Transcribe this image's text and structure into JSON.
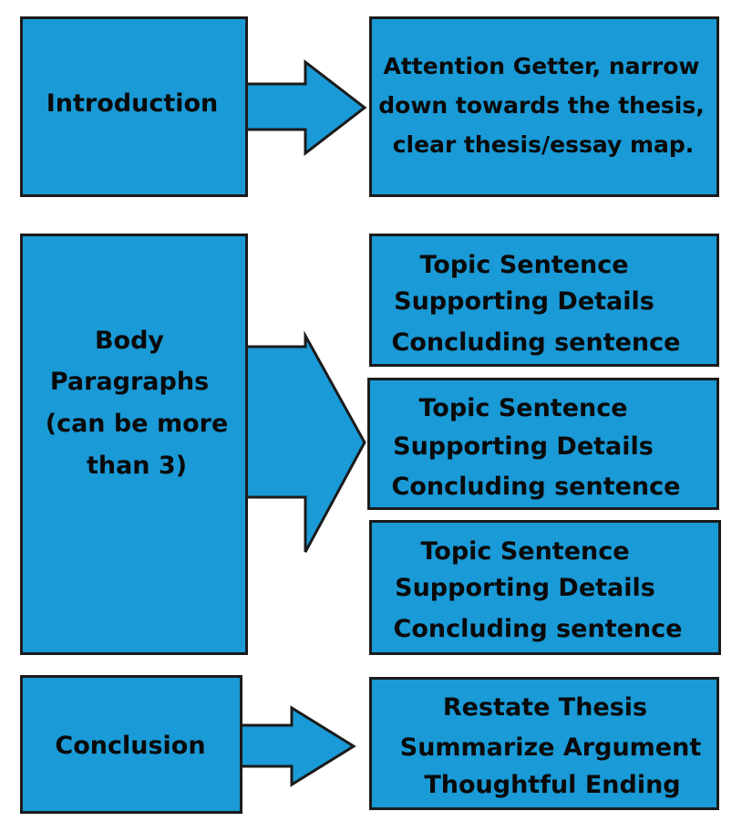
{
  "colors": {
    "box_fill": "#1a9ad6",
    "border": "#1b1b1b",
    "text": "#0a0a0a"
  },
  "introduction": {
    "label": "Introduction",
    "detail": [
      "Attention Getter, narrow",
      "down towards the thesis,",
      "clear thesis/essay map."
    ]
  },
  "body": {
    "label": [
      "Body",
      "Paragraphs",
      "(can be more",
      "than 3)"
    ],
    "paragraphs": [
      [
        "Topic Sentence",
        "Supporting Details",
        "Concluding sentence"
      ],
      [
        "Topic Sentence",
        "Supporting Details",
        "Concluding sentence"
      ],
      [
        "Topic Sentence",
        "Supporting Details",
        "Concluding sentence"
      ]
    ]
  },
  "conclusion": {
    "label": "Conclusion",
    "detail": [
      "Restate Thesis",
      "Summarize Argument",
      "Thoughtful Ending"
    ]
  }
}
